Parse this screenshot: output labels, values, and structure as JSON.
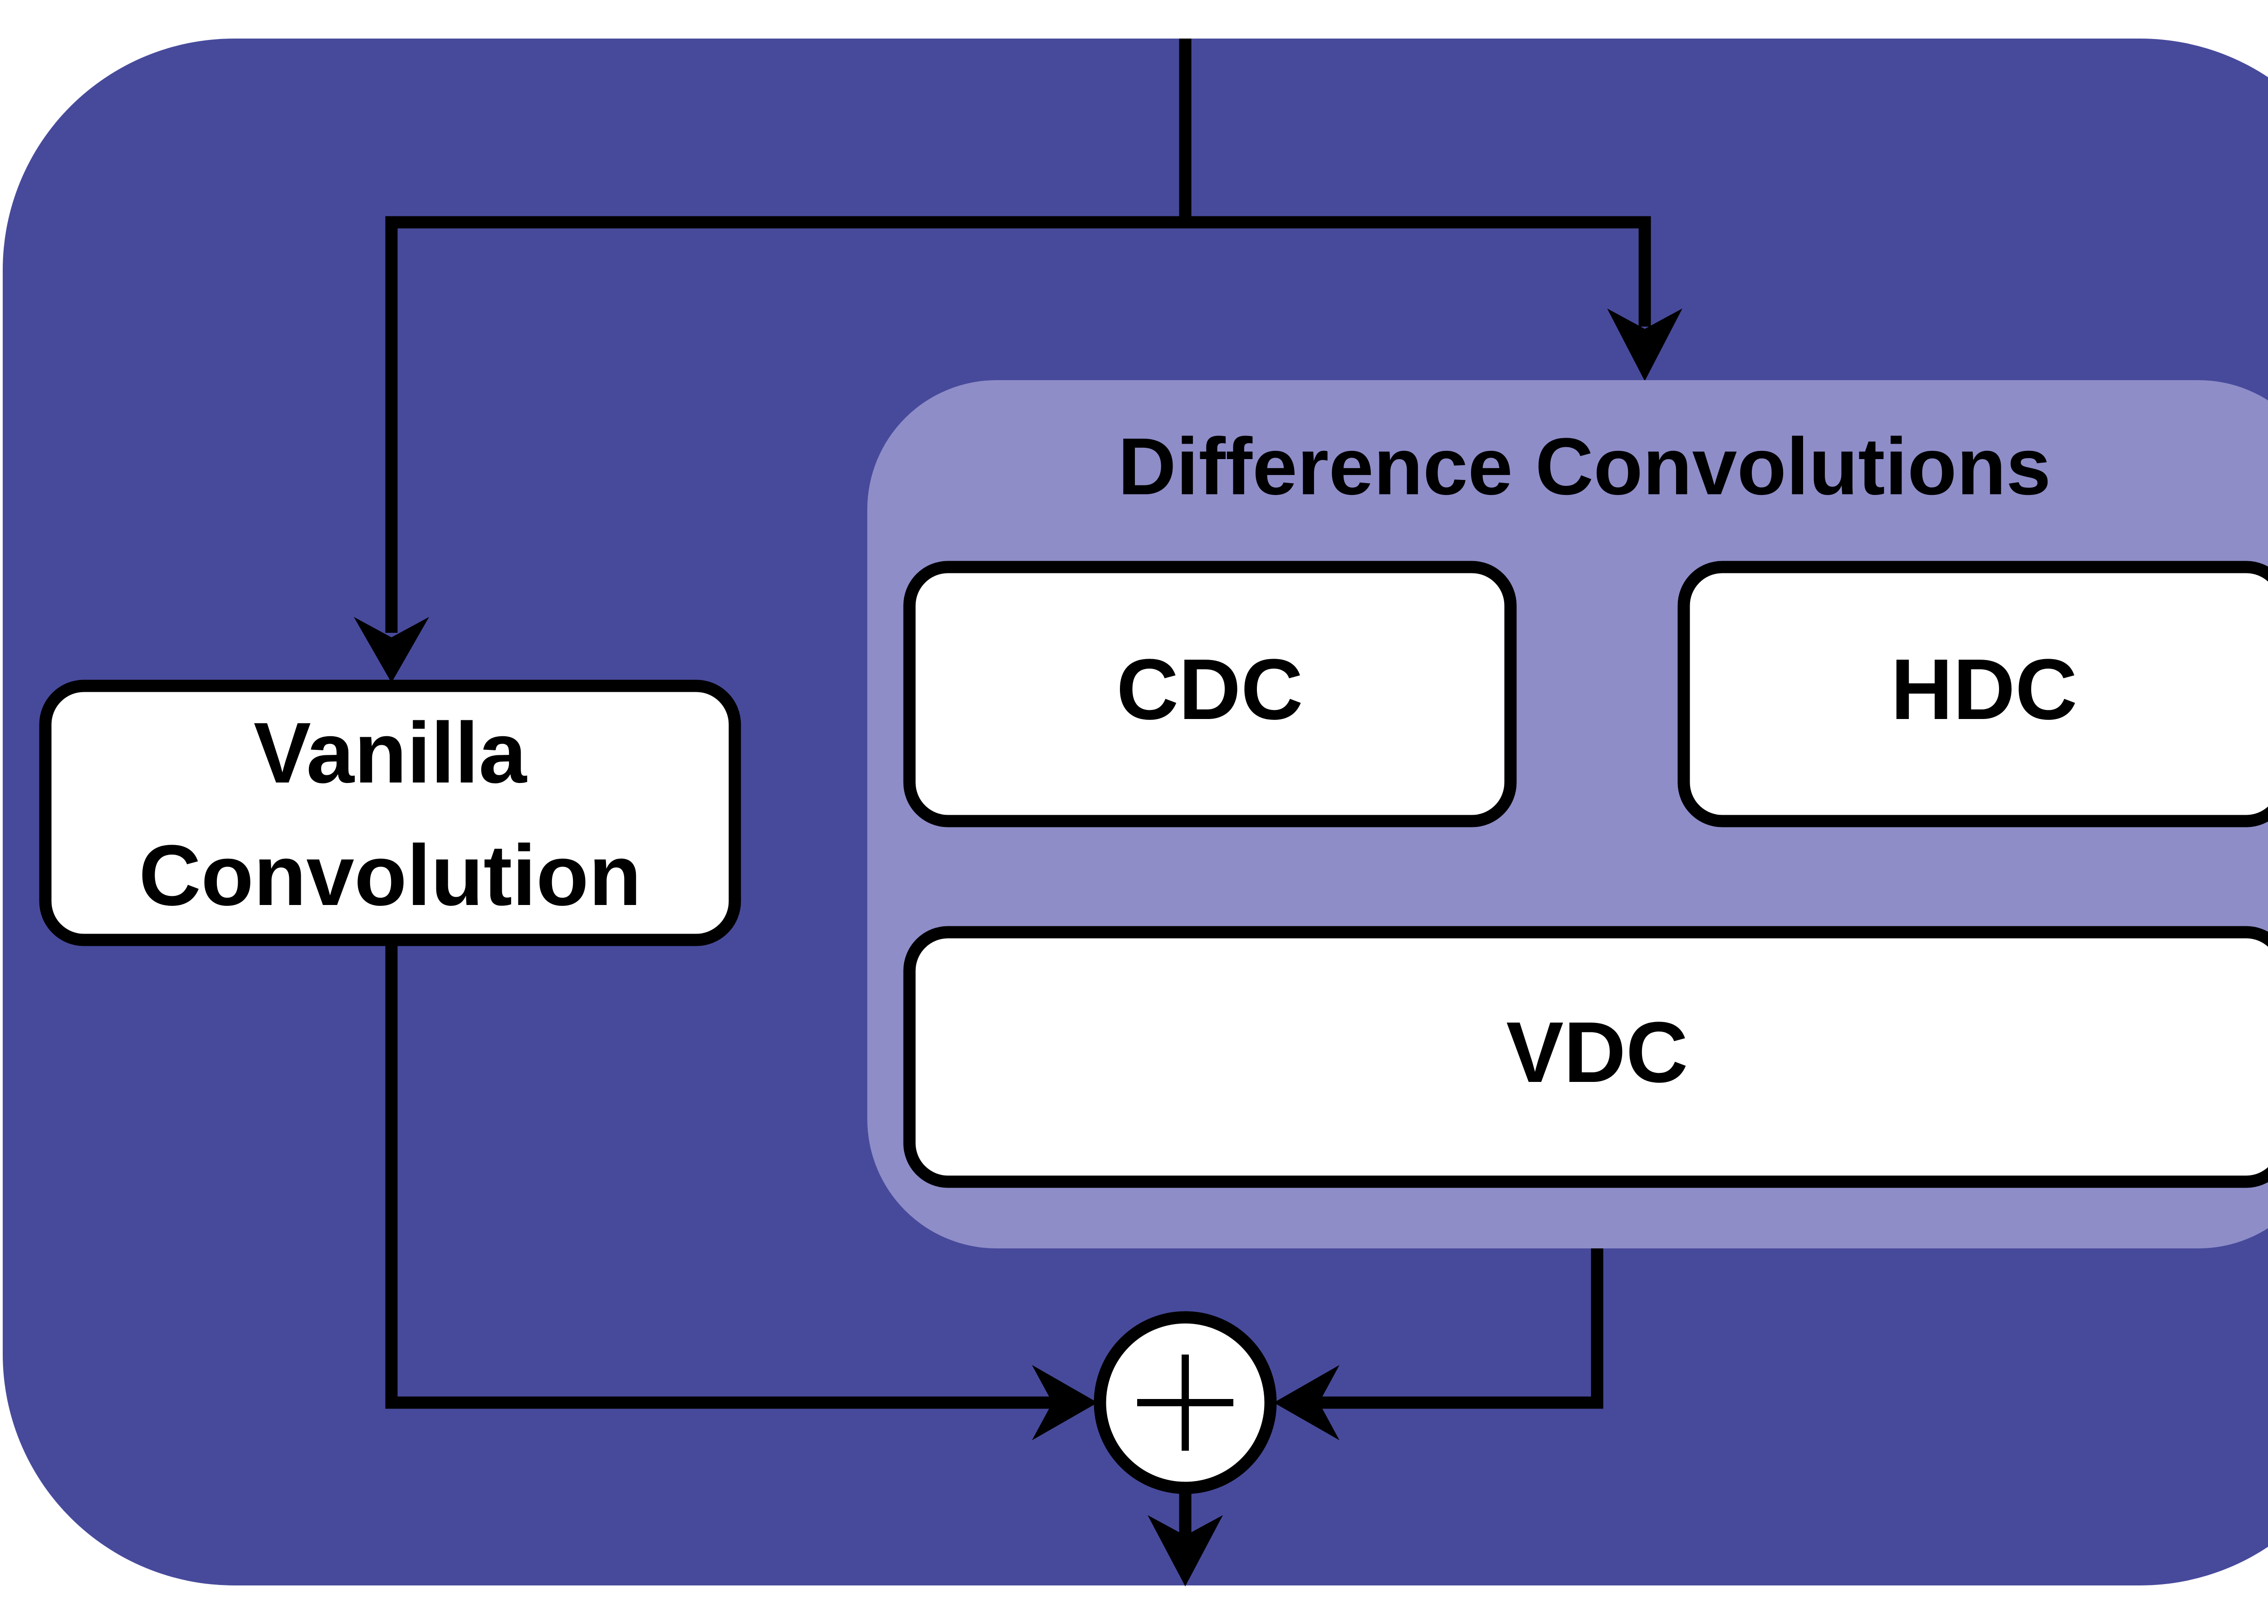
{
  "colors": {
    "outer_background": "#474a9b",
    "inner_panel": "#8e8dc8",
    "box_fill": "#ffffff",
    "stroke": "#000000"
  },
  "vanilla": {
    "line1": "Vanilla",
    "line2": "Convolution"
  },
  "difference_panel": {
    "title": "Difference Convolutions"
  },
  "boxes": {
    "cdc": "CDC",
    "hdc": "HDC",
    "vdc": "VDC"
  },
  "sum_node": {
    "symbol": "plus-icon"
  }
}
